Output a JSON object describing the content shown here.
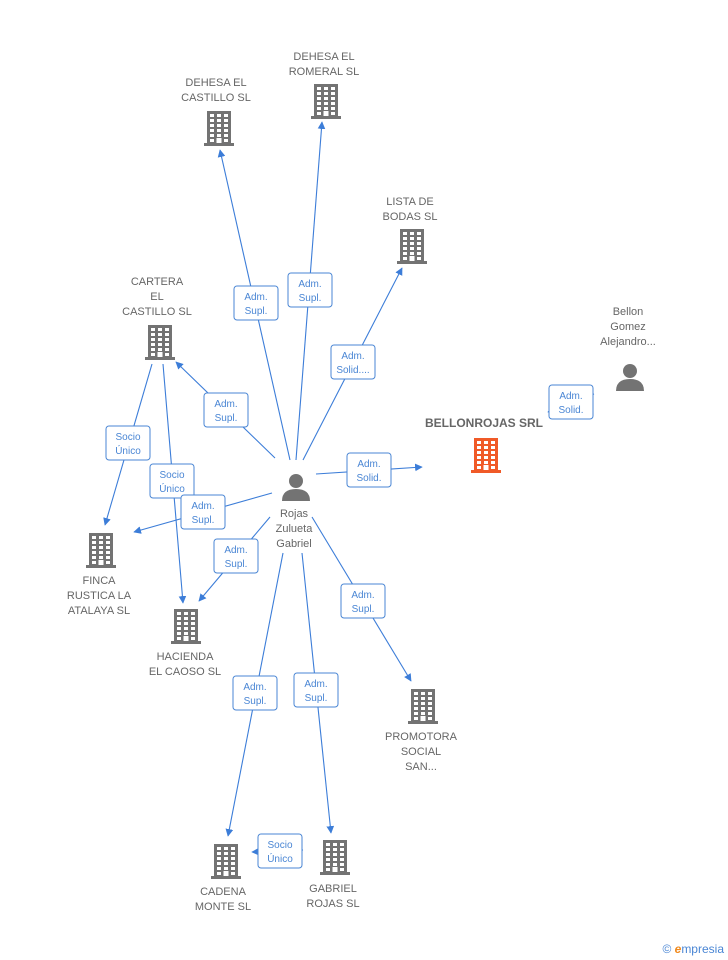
{
  "colors": {
    "edge": "#3c7dd8",
    "building": "#737373",
    "building_highlight": "#f05a28",
    "person": "#737373"
  },
  "nodes": [
    {
      "id": "rojas",
      "kind": "person",
      "label": [
        "Rojas",
        "Zulueta",
        "Gabriel"
      ]
    },
    {
      "id": "bellon",
      "kind": "person",
      "label": [
        "Bellon",
        "Gomez",
        "Alejandro..."
      ]
    },
    {
      "id": "bellonrojas",
      "kind": "company",
      "highlight": true,
      "label": [
        "BELLONROJAS SRL"
      ]
    },
    {
      "id": "dehesa_castillo",
      "kind": "company",
      "label": [
        "DEHESA EL",
        "CASTILLO SL"
      ]
    },
    {
      "id": "dehesa_romeral",
      "kind": "company",
      "label": [
        "DEHESA EL",
        "ROMERAL SL"
      ]
    },
    {
      "id": "lista_bodas",
      "kind": "company",
      "label": [
        "LISTA DE",
        "BODAS  SL"
      ]
    },
    {
      "id": "cartera",
      "kind": "company",
      "label": [
        "CARTERA",
        "EL",
        "CASTILLO SL"
      ]
    },
    {
      "id": "finca",
      "kind": "company",
      "label": [
        "FINCA",
        "RUSTICA LA",
        "ATALAYA SL"
      ]
    },
    {
      "id": "hacienda",
      "kind": "company",
      "label": [
        "HACIENDA",
        "EL CAOSO  SL"
      ]
    },
    {
      "id": "promotora",
      "kind": "company",
      "label": [
        "PROMOTORA",
        "SOCIAL",
        "SAN..."
      ]
    },
    {
      "id": "cadena",
      "kind": "company",
      "label": [
        "CADENA",
        "MONTE SL"
      ]
    },
    {
      "id": "gabriel",
      "kind": "company",
      "label": [
        "GABRIEL",
        "ROJAS SL"
      ]
    }
  ],
  "edges": [
    {
      "from": "rojas",
      "to": "dehesa_castillo",
      "label": [
        "Adm.",
        "Supl."
      ]
    },
    {
      "from": "rojas",
      "to": "dehesa_romeral",
      "label": [
        "Adm.",
        "Supl."
      ]
    },
    {
      "from": "rojas",
      "to": "lista_bodas",
      "label": [
        "Adm.",
        "Solid...."
      ]
    },
    {
      "from": "rojas",
      "to": "cartera",
      "label": [
        "Adm.",
        "Supl."
      ]
    },
    {
      "from": "rojas",
      "to": "bellonrojas",
      "label": [
        "Adm.",
        "Solid."
      ]
    },
    {
      "from": "bellon",
      "to": "bellonrojas",
      "label": [
        "Adm.",
        "Solid."
      ]
    },
    {
      "from": "cartera",
      "to": "finca",
      "label": [
        "Socio",
        "Único"
      ]
    },
    {
      "from": "cartera",
      "to": "hacienda",
      "label": [
        "Socio",
        "Único"
      ]
    },
    {
      "from": "rojas",
      "to": "finca",
      "label": [
        "Adm.",
        "Supl."
      ]
    },
    {
      "from": "rojas",
      "to": "hacienda",
      "label": [
        "Adm.",
        "Supl."
      ]
    },
    {
      "from": "rojas",
      "to": "promotora",
      "label": [
        "Adm.",
        "Supl."
      ]
    },
    {
      "from": "rojas",
      "to": "cadena",
      "label": [
        "Adm.",
        "Supl."
      ]
    },
    {
      "from": "rojas",
      "to": "gabriel",
      "label": [
        "Adm.",
        "Supl."
      ]
    },
    {
      "from": "gabriel",
      "to": "cadena",
      "label": [
        "Socio",
        "Único"
      ]
    }
  ],
  "brand": {
    "copyright": "©",
    "initial": "e",
    "name": "mpresia"
  }
}
